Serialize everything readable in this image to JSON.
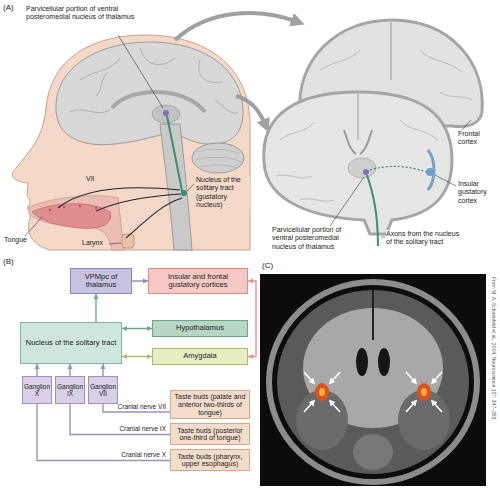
{
  "diagram": {
    "nodes": [
      {
        "text": [
          "VPMpc of thalamus"
        ]
      },
      {
        "text": [
          "Insular and frontal gustatory cortices"
        ]
      },
      {
        "text": [
          "Nucleus of the solitary tract"
        ]
      },
      {
        "text": [
          "Hypothalamus"
        ]
      },
      {
        "text": [
          "Amygdala"
        ]
      },
      {
        "text": [
          "Ganglion X"
        ]
      },
      {
        "text": [
          "Ganglion IX"
        ]
      },
      {
        "text": [
          "Ganglion VII"
        ]
      },
      {
        "text": [
          "Taste buds (palate and anterior two-thirds of tongue)"
        ]
      },
      {
        "text": [
          "Taste buds (posterior one-third of tongue)"
        ]
      },
      {
        "text": [
          "Taste buds (pharynx, upper esophagus)"
        ]
      }
    ],
    "edges": [
      {
        "from": 0,
        "to": 1,
        "arrow": "to"
      },
      {
        "from": 2,
        "to": 0,
        "arrow": "to"
      },
      {
        "from": 2,
        "to": 3,
        "arrow": "both"
      },
      {
        "from": 2,
        "to": 4,
        "arrow": "both"
      },
      {
        "from": 1,
        "to": 4,
        "arrow": "both"
      },
      {
        "from": 5,
        "to": 2,
        "arrow": "to"
      },
      {
        "from": 6,
        "to": 2,
        "arrow": "to"
      },
      {
        "from": 7,
        "to": 2,
        "arrow": "to"
      },
      {
        "from": 8,
        "to": 7,
        "arrow": "none",
        "label": "Cranial nerve VII"
      },
      {
        "from": 9,
        "to": 6,
        "arrow": "none",
        "label": "Cranial nerve IX"
      },
      {
        "from": 10,
        "to": 5,
        "arrow": "none",
        "label": "Cranial nerve X"
      }
    ],
    "labels": [
      "(A)",
      "Parvicellular portion of ventral posteromedial nucleus of thalamus",
      "VII",
      "Nucleus of the solitary tract (gustatory nucleus)",
      "Tongue",
      "Larynx",
      "Frontal cortex",
      "Insular gustatory cortex",
      "Parvicellular portion of ventral posteromedial nucleus of thalamus",
      "Axons from the nucleus of the solitary tract",
      "(B)",
      "(C)",
      "From M. A. Schoenfeld et al., 2004, Neuroscience 127: 347–353"
    ]
  }
}
